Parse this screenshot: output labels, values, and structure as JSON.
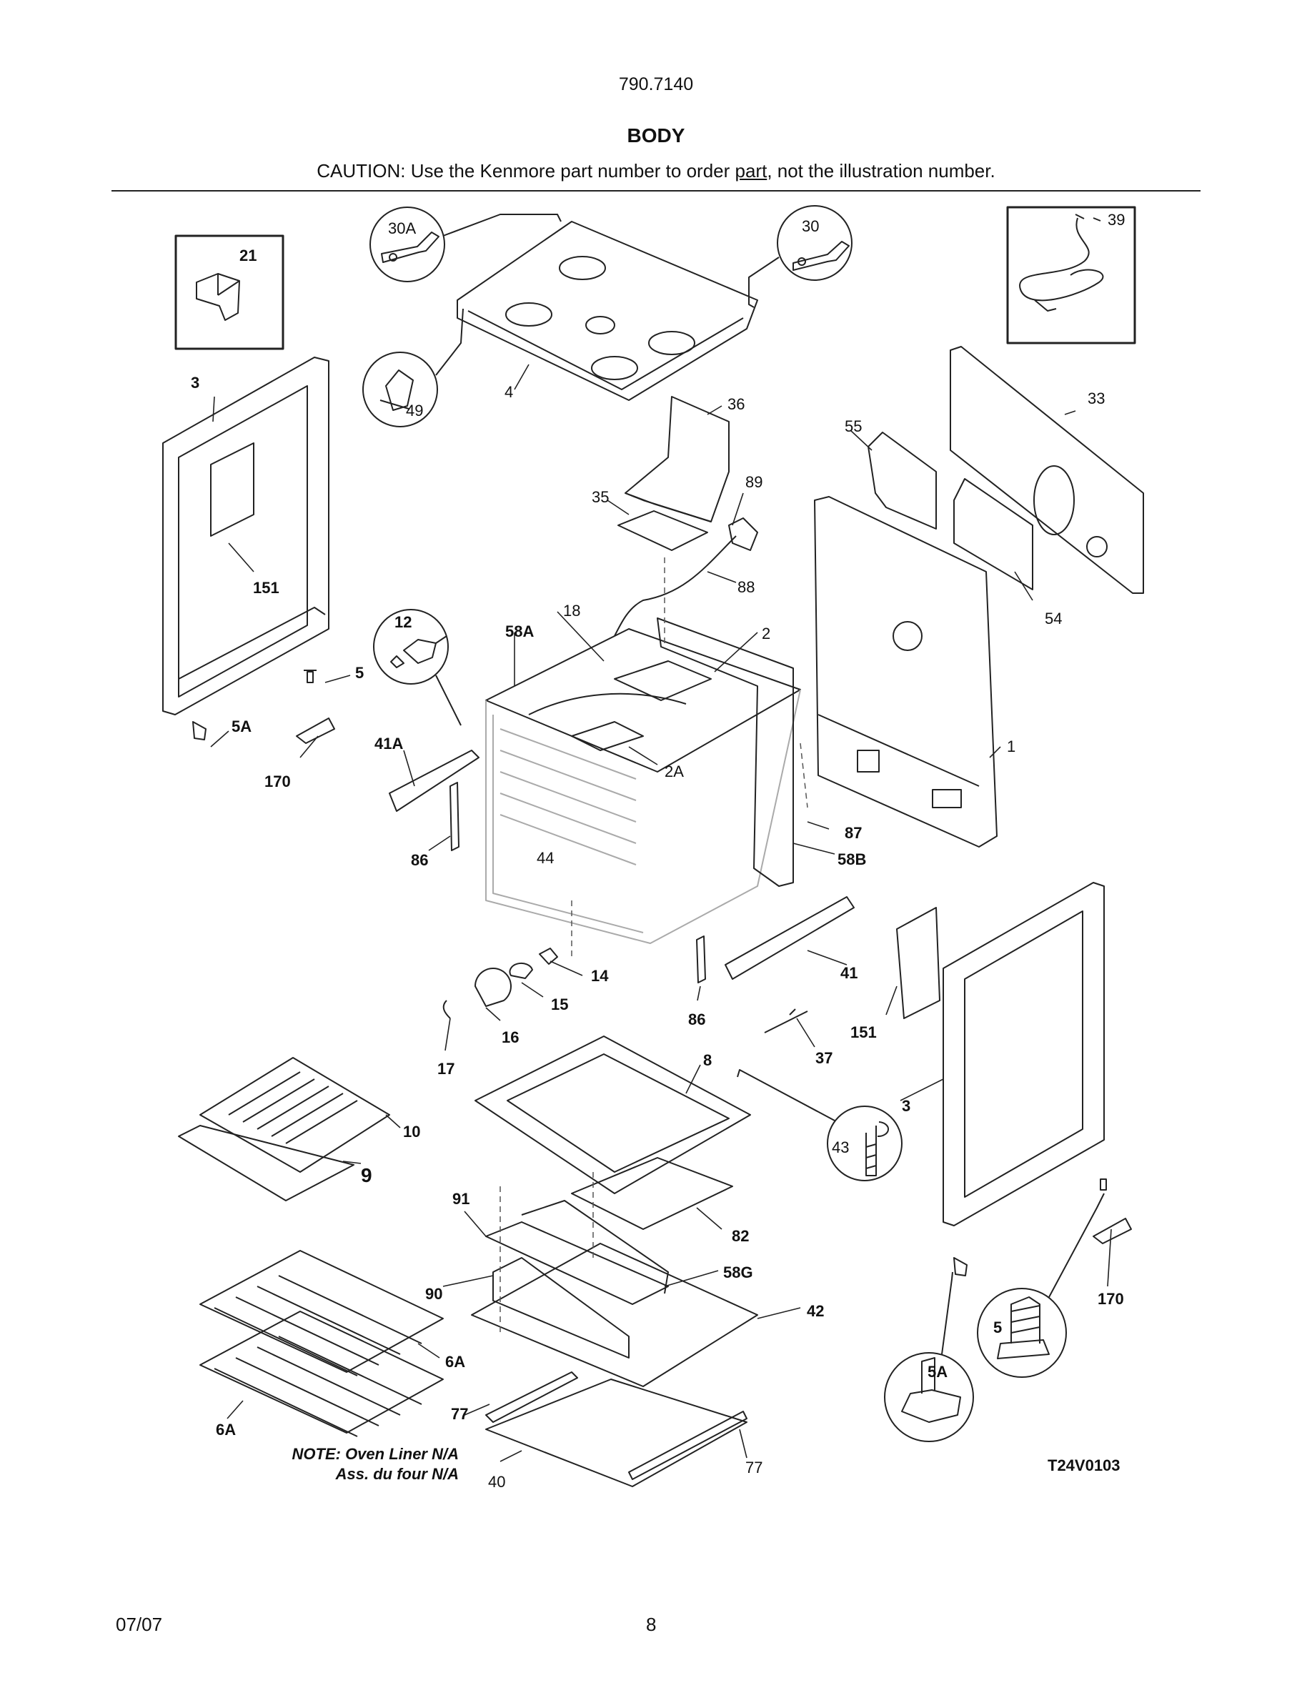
{
  "header": {
    "model": "790.7140",
    "title": "BODY",
    "caution_pre": "CAUTION: Use the Kenmore part number to order ",
    "caution_link": "part",
    "caution_post": ", not the illustration number."
  },
  "callouts": {
    "c30A": "30A",
    "c30": "30",
    "c39": "39",
    "c21": "21",
    "c49": "49",
    "c4": "4",
    "c36": "36",
    "c55": "55",
    "c33": "33",
    "c3a": "3",
    "c35": "35",
    "c89": "89",
    "c151a": "151",
    "c88": "88",
    "c54": "54",
    "c12": "12",
    "c18": "18",
    "c58A": "58A",
    "c2": "2",
    "c5a": "5",
    "c5Aa": "5A",
    "c41A": "41A",
    "c170a": "170",
    "c2A": "2A",
    "c1": "1",
    "c87": "87",
    "c86a": "86",
    "c44": "44",
    "c58B": "58B",
    "c14": "14",
    "c41": "41",
    "c15": "15",
    "c86b": "86",
    "c16": "16",
    "c151b": "151",
    "c37": "37",
    "c17": "17",
    "c8": "8",
    "c3b": "3",
    "c10": "10",
    "c43": "43",
    "c9": "9",
    "c91": "91",
    "c82": "82",
    "c58G": "58G",
    "c170b": "170",
    "c90": "90",
    "c42": "42",
    "c5b": "5",
    "c6Aa": "6A",
    "c5Ab": "5A",
    "c77a": "77",
    "c6Ab": "6A",
    "c77b": "77",
    "c40": "40"
  },
  "notes": {
    "line1": "NOTE: Oven Liner N/A",
    "line2": "Ass. du four N/A"
  },
  "figure_code": "T24V0103",
  "footer": {
    "date": "07/07",
    "page": "8"
  }
}
